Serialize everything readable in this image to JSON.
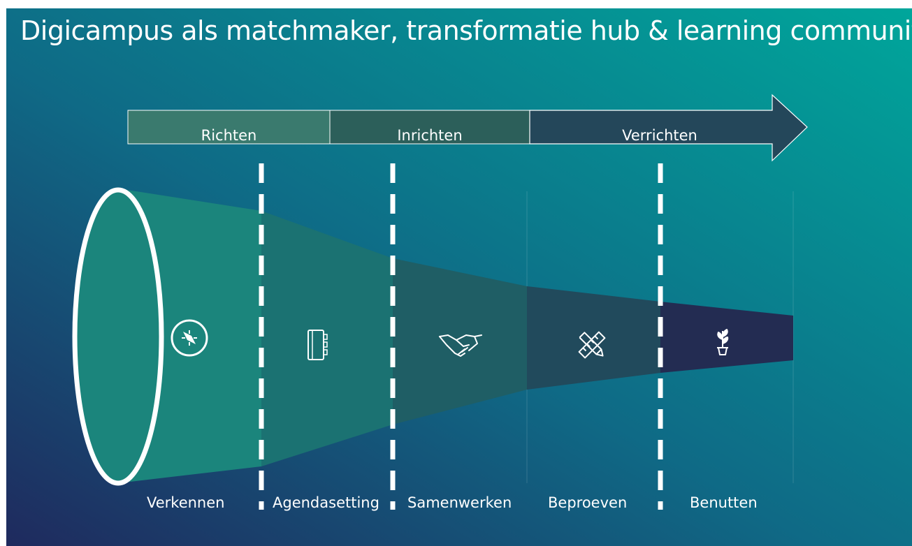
{
  "title": "Digicampus als matchmaker, transformatie hub & learning community",
  "phases": [
    {
      "label": "Richten"
    },
    {
      "label": "Inrichten"
    },
    {
      "label": "Verrichten"
    }
  ],
  "stages": [
    {
      "label": "Verkennen",
      "icon": "compass-icon"
    },
    {
      "label": "Agendasetting",
      "icon": "notebook-icon"
    },
    {
      "label": "Samenwerken",
      "icon": "handshake-icon"
    },
    {
      "label": "Beproeven",
      "icon": "pencil-ruler-icon"
    },
    {
      "label": "Benutten",
      "icon": "plant-icon"
    }
  ],
  "colors": {
    "bg_left": "#1f2a5e",
    "bg_right": "#00a69b",
    "funnel_1": "#1b857c",
    "funnel_2": "#1b7272",
    "funnel_3": "#1f5e65",
    "funnel_4": "#214a5c",
    "funnel_5": "#232c52"
  }
}
